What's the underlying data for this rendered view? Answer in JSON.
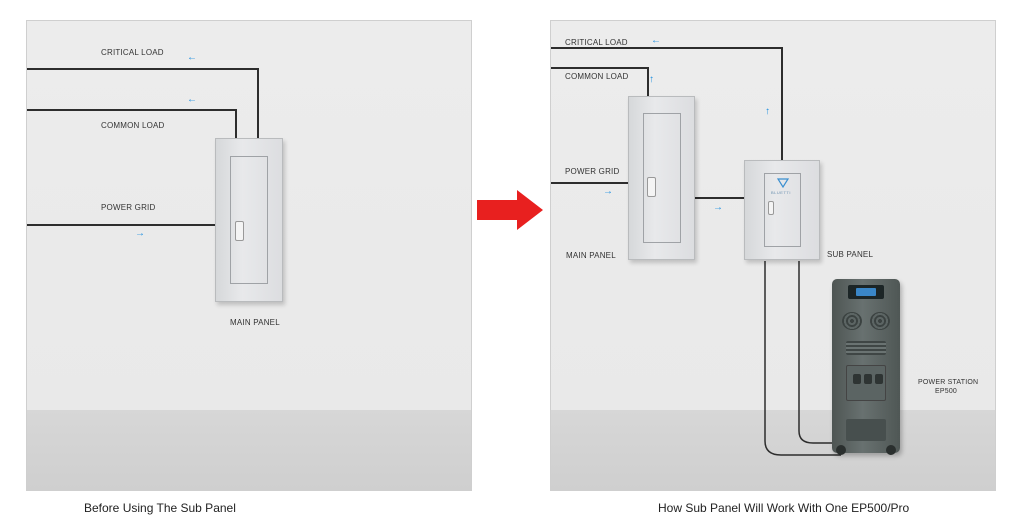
{
  "left_scene": {
    "labels": {
      "critical_load": "CRITICAL LOAD",
      "common_load": "COMMON LOAD",
      "power_grid": "POWER GRID",
      "main_panel": "MAIN PANEL"
    },
    "caption": "Before Using The Sub Panel"
  },
  "right_scene": {
    "labels": {
      "critical_load": "CRITICAL LOAD",
      "common_load": "COMMON LOAD",
      "power_grid": "POWER GRID",
      "main_panel": "MAIN PANEL",
      "sub_panel": "SUB PANEL",
      "power_station_line1": "POWER STATION",
      "power_station_line2": "EP500",
      "sub_panel_brand": "BLUETTI"
    },
    "caption": "How Sub Panel Will Work With One EP500/Pro"
  },
  "colors": {
    "flow_arrow": "#1e8fe0",
    "transition_arrow": "#e8201f",
    "wire": "#2d2d2d"
  },
  "icons": {
    "flow": "arrow-icon",
    "transition": "big-right-arrow-icon"
  }
}
